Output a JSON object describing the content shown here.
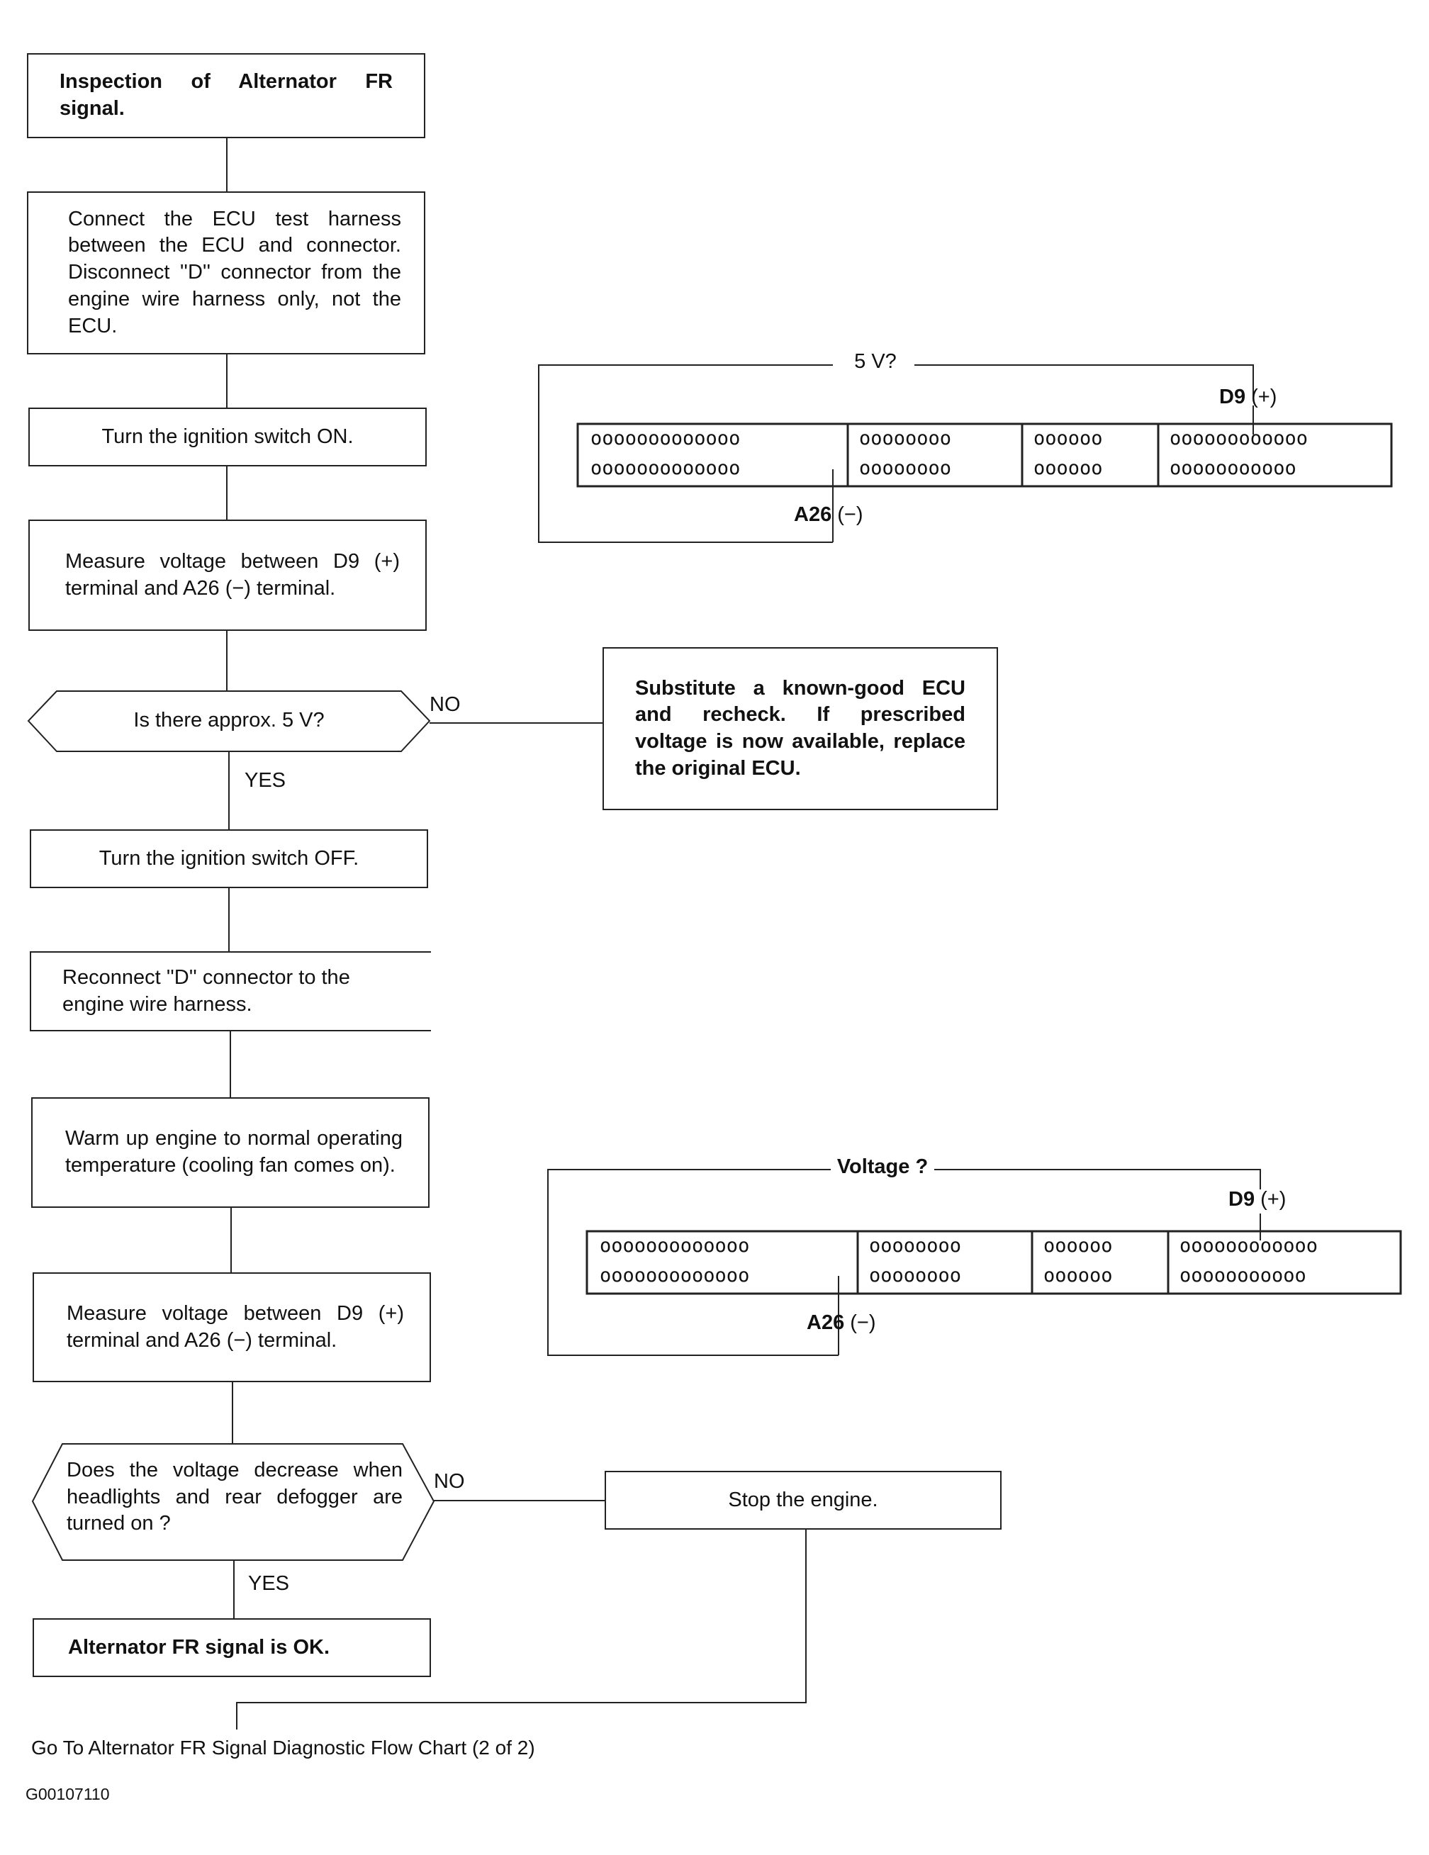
{
  "steps": {
    "s1": "Inspection of Alternator FR signal.",
    "s2": "Connect the ECU test harness between the ECU and connector. Disconnect ''D'' connector from the engine wire harness only, not the ECU.",
    "s3": "Turn the ignition switch ON.",
    "s4": "Measure voltage between D9 (+) terminal and A26 (−) terminal.",
    "d1": "Is there approx. 5 V?",
    "s_sub": "Substitute a known-good ECU and recheck. If prescribed voltage is now available, replace the original ECU.",
    "s5": "Turn the ignition switch OFF.",
    "s6": "Reconnect ''D'' connector to the engine wire harness.",
    "s7": "Warm up engine to normal operating temperature (cooling fan comes on).",
    "s8": "Measure voltage between D9 (+) terminal and A26 (−) terminal.",
    "d2": "Does the voltage decrease when headlights and rear defogger are turned on ?",
    "s_stop": "Stop the engine.",
    "s_ok": "Alternator FR signal is OK."
  },
  "branches": {
    "no1": "NO",
    "yes1": "YES",
    "no2": "NO",
    "yes2": "YES"
  },
  "connector1": {
    "title": "5 V?",
    "pos_label_bold": "D9",
    "pos_label": "(+)",
    "neg_label_bold": "A26",
    "neg_label": "(−)",
    "rows": [
      [
        "ooooooooooooo",
        "oooooooo",
        "oooooo",
        "oooooooooooo"
      ],
      [
        "ooooooooooooo",
        "oooooooo",
        "oooooo",
        "ooooooooooo"
      ]
    ]
  },
  "connector2": {
    "title": "Voltage ?",
    "pos_label_bold": "D9",
    "pos_label": "(+)",
    "neg_label_bold": "A26",
    "neg_label": "(−)",
    "rows": [
      [
        "ooooooooooooo",
        "oooooooo",
        "oooooo",
        "oooooooooooo"
      ],
      [
        "ooooooooooooo",
        "oooooooo",
        "oooooo",
        "ooooooooooo"
      ]
    ]
  },
  "footer": {
    "goto": "Go To Alternator FR Signal Diagnostic Flow Chart (2 of 2)",
    "code": "G00107110"
  }
}
